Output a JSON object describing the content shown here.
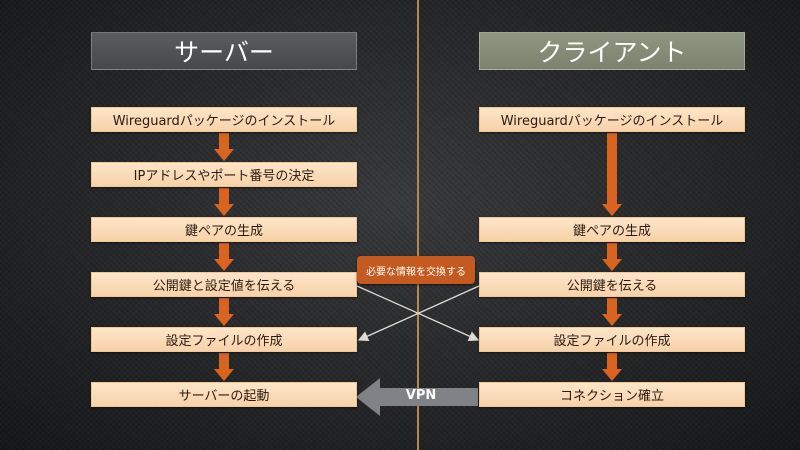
{
  "server": {
    "title": "サーバー",
    "steps": [
      "Wireguardパッケージのインストール",
      "IPアドレスやポート番号の決定",
      "鍵ペアの生成",
      "公開鍵と設定値を伝える",
      "設定ファイルの作成",
      "サーバーの起動"
    ]
  },
  "client": {
    "title": "クライアント",
    "steps": [
      "Wireguardパッケージのインストール",
      "鍵ペアの生成",
      "公開鍵を伝える",
      "設定ファイルの作成",
      "コネクション確立"
    ]
  },
  "exchange_label": "必要な情報を交換する",
  "vpn_label": "VPN",
  "colors": {
    "step_fill": "#fcdcb9",
    "arrow": "#d9641f",
    "callout": "#c45a1f",
    "divider": "#b7874f",
    "vpn_arrow": "#7f8286"
  }
}
